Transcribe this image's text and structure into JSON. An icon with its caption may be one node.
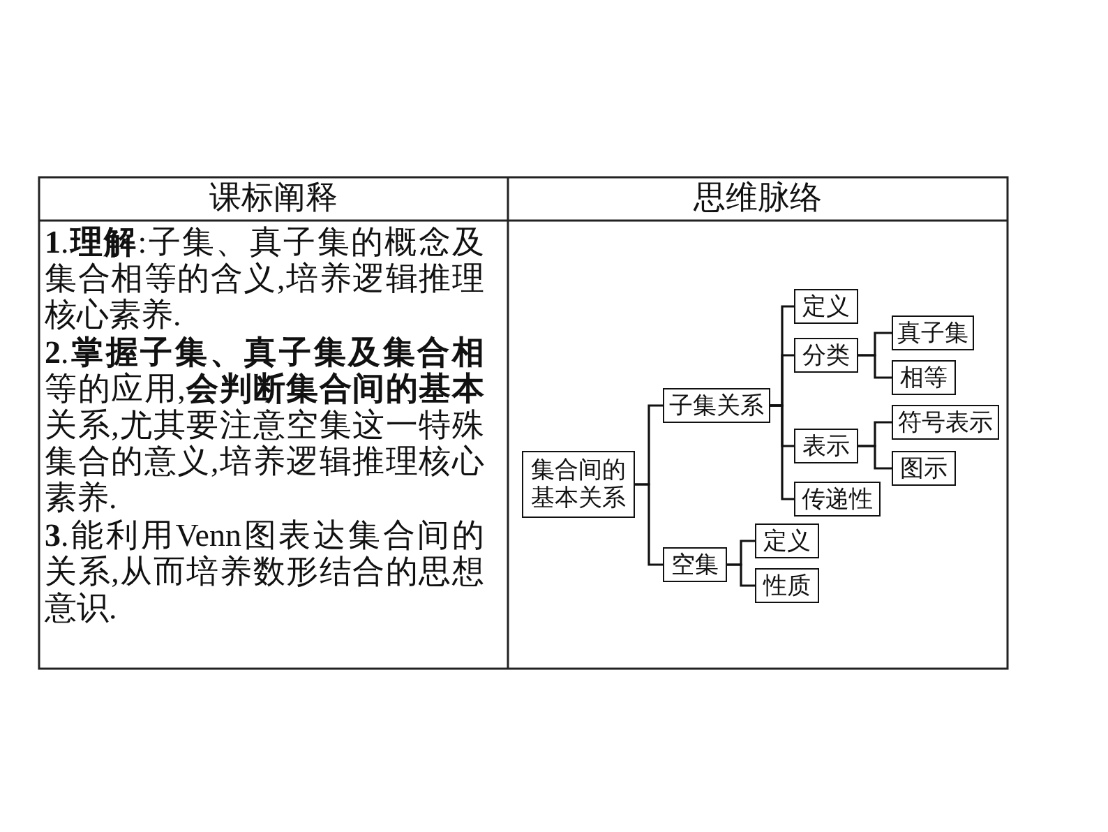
{
  "diagram": {
    "nodes": [
      {
        "text": [
          "集合间的基本关系"
        ]
      },
      {
        "text": [
          "子集关系"
        ]
      },
      {
        "text": [
          "定义"
        ]
      },
      {
        "text": [
          "分类"
        ]
      },
      {
        "text": [
          "真子集"
        ]
      },
      {
        "text": [
          "相等"
        ]
      },
      {
        "text": [
          "表示"
        ]
      },
      {
        "text": [
          "符号表示"
        ]
      },
      {
        "text": [
          "图示"
        ]
      },
      {
        "text": [
          "传递性"
        ]
      },
      {
        "text": [
          "空集"
        ]
      },
      {
        "text": [
          "定义"
        ]
      },
      {
        "text": [
          "性质"
        ]
      }
    ],
    "edges": [
      {
        "from": 0,
        "to": 1,
        "arrow": "none"
      },
      {
        "from": 0,
        "to": 10,
        "arrow": "none"
      },
      {
        "from": 1,
        "to": 2,
        "arrow": "none"
      },
      {
        "from": 1,
        "to": 3,
        "arrow": "none"
      },
      {
        "from": 1,
        "to": 6,
        "arrow": "none"
      },
      {
        "from": 1,
        "to": 9,
        "arrow": "none"
      },
      {
        "from": 3,
        "to": 4,
        "arrow": "none"
      },
      {
        "from": 3,
        "to": 5,
        "arrow": "none"
      },
      {
        "from": 6,
        "to": 7,
        "arrow": "none"
      },
      {
        "from": 6,
        "to": 8,
        "arrow": "none"
      },
      {
        "from": 10,
        "to": 11,
        "arrow": "none"
      },
      {
        "from": 10,
        "to": 12,
        "arrow": "none"
      }
    ],
    "labels": [
      "课标阐释",
      "思维脉络",
      "**1**.**理解**:子集、真子集的概念及集合相等的含义,培养逻辑推理核心素养.",
      "**2**.**掌握子集、真子集及集合相**等的应用,**会判断集合间的基本**关系,尤其要注意空集这一特殊集合的意义,培养逻辑推理核心素养.",
      "**3**.能利用Venn图表达集合间的关系,从而培养数形结合的思想意识."
    ]
  }
}
